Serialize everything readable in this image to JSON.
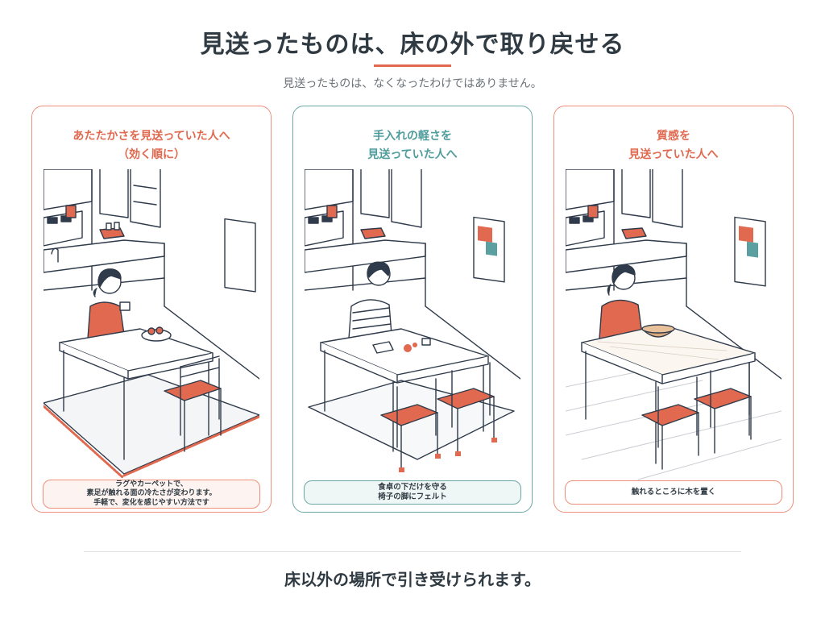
{
  "page": {
    "title": "見送ったものは、床の外で取り戻せる",
    "subtitle": "見送ったものは、なくなったわけではありません。",
    "footer": "床以外の場所で引き受けられます。"
  },
  "colors": {
    "accent_coral": "#e0694f",
    "accent_teal": "#4f9c9c",
    "line_navy": "#2f3a4a"
  },
  "cards": [
    {
      "heading_lines": [
        "あたたかさを見送っていた人へ",
        "（効く順に）"
      ],
      "caption_lines": [
        "ラグやカーペットで、",
        "素足が触れる面の冷たさが変わります。",
        "手軽で、変化を感じやすい方法です"
      ],
      "scene": "woman-with-mug-on-rug"
    },
    {
      "heading_lines": [
        "手入れの軽さを",
        "見送っていた人へ"
      ],
      "caption_lines": [
        "食卓の下だけを守る",
        "椅子の脚にフェルト"
      ],
      "scene": "man-wiping-table-on-mat"
    },
    {
      "heading_lines": [
        "質感を",
        "見送っていた人へ"
      ],
      "caption_lines": [
        "触れるところに木を置く"
      ],
      "scene": "woman-at-wooden-table"
    }
  ]
}
